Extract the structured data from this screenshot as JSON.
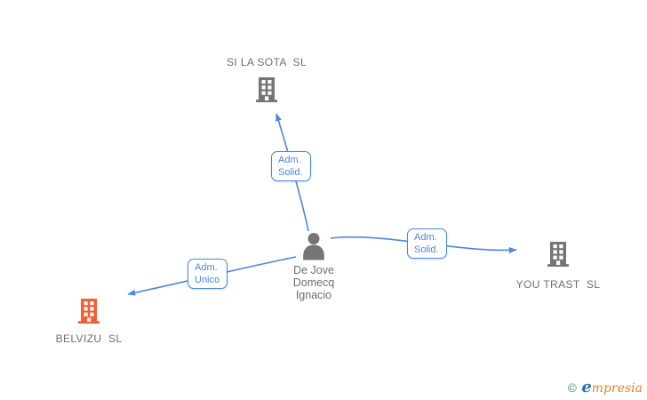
{
  "colors": {
    "edge": "#4a86e8",
    "edge_label_text": "#4a86e8",
    "company_icon_gray": "#757575",
    "company_icon_orange": "#f95b33",
    "person_icon": "#757575",
    "node_label_text": "#6e6e6e",
    "watermark_symbol": "#4b8499",
    "watermark_initial": "#2170b8",
    "watermark_rest": "#e8822d"
  },
  "nodes": {
    "person": {
      "name": "De Jove\nDomecq\nIgnacio",
      "icon": "person-silhouette"
    },
    "si_la_sota": {
      "label": "SI LA SOTA  SL",
      "icon": "building",
      "icon_color": "#757575"
    },
    "you_trast": {
      "label": "YOU TRAST  SL",
      "icon": "building",
      "icon_color": "#757575"
    },
    "belvizu": {
      "label": "BELVIZU  SL",
      "icon": "building",
      "icon_color": "#f95b33"
    }
  },
  "edges": {
    "to_si_la_sota": {
      "label": "Adm.\nSolid.",
      "from": "De Jove Domecq Ignacio",
      "to": "SI LA SOTA SL"
    },
    "to_you_trast": {
      "label": "Adm.\nSolid.",
      "from": "De Jove Domecq Ignacio",
      "to": "YOU TRAST SL"
    },
    "to_belvizu": {
      "label": "Adm.\nUnico",
      "from": "De Jove Domecq Ignacio",
      "to": "BELVIZU SL"
    }
  },
  "watermark": {
    "symbol": "©",
    "brand_initial": "e",
    "brand_rest": "mpresia"
  }
}
